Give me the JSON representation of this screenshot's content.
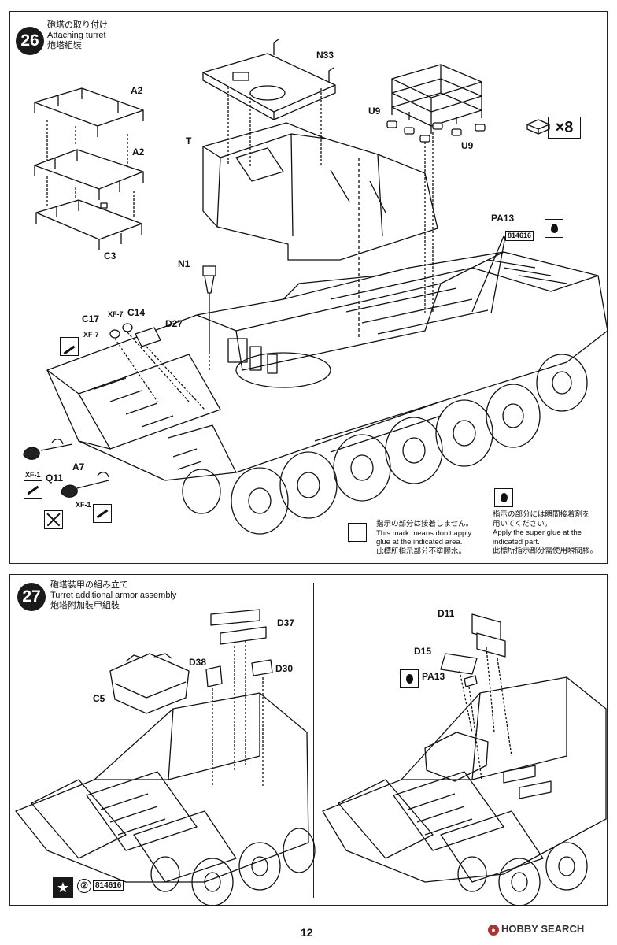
{
  "page": {
    "number": "12"
  },
  "watermark": {
    "icon": "hobby-search-logo",
    "text": "HOBBY SEARCH"
  },
  "step26": {
    "number": "26",
    "title_ja": "砲塔の取り付け",
    "title_en": "Attaching turret",
    "title_zh": "炮塔組裝",
    "parts": {
      "a2_top": "A2",
      "a2_mid": "A2",
      "c3": "C3",
      "n33": "N33",
      "t": "T",
      "u9_left": "U9",
      "u9_right": "U9",
      "x8": "×8",
      "pa13": "PA13",
      "n1": "N1",
      "c17": "C17",
      "c14": "C14",
      "d27": "D27",
      "q11": "Q11",
      "a7": "A7",
      "xf7_a": "XF-7",
      "xf7_b": "XF-7",
      "xf1_a": "XF-1",
      "xf1_b": "XF-1"
    },
    "code_label": "814616",
    "note_noglue": {
      "ja": "指示の部分は接着しません。",
      "en1": "This mark means don't apply",
      "en2": "glue at the indicated area.",
      "zh": "此標所指示部分不塗膠水。"
    },
    "note_superglue": {
      "ja1": "指示の部分には瞬間接着剤を",
      "ja2": "用いてください。",
      "en1": "Apply the super glue at the",
      "en2": "indicated part.",
      "zh": "此標所指示部分需使用瞬間膠。"
    }
  },
  "step27": {
    "number": "27",
    "title_ja": "砲塔装甲の組み立て",
    "title_en": "Turret additional armor assembly",
    "title_zh": "炮塔附加裝甲組裝",
    "parts": {
      "d37": "D37",
      "d38": "D38",
      "d30": "D30",
      "c5": "C5",
      "d11": "D11",
      "d15": "D15",
      "pa13": "PA13"
    },
    "footnote_num": "②",
    "footnote_code": "814616"
  },
  "colors": {
    "ink": "#111111",
    "panel_border": "#222222",
    "badge": "#1a1a1a",
    "watermark_icon": "#aa3333"
  }
}
